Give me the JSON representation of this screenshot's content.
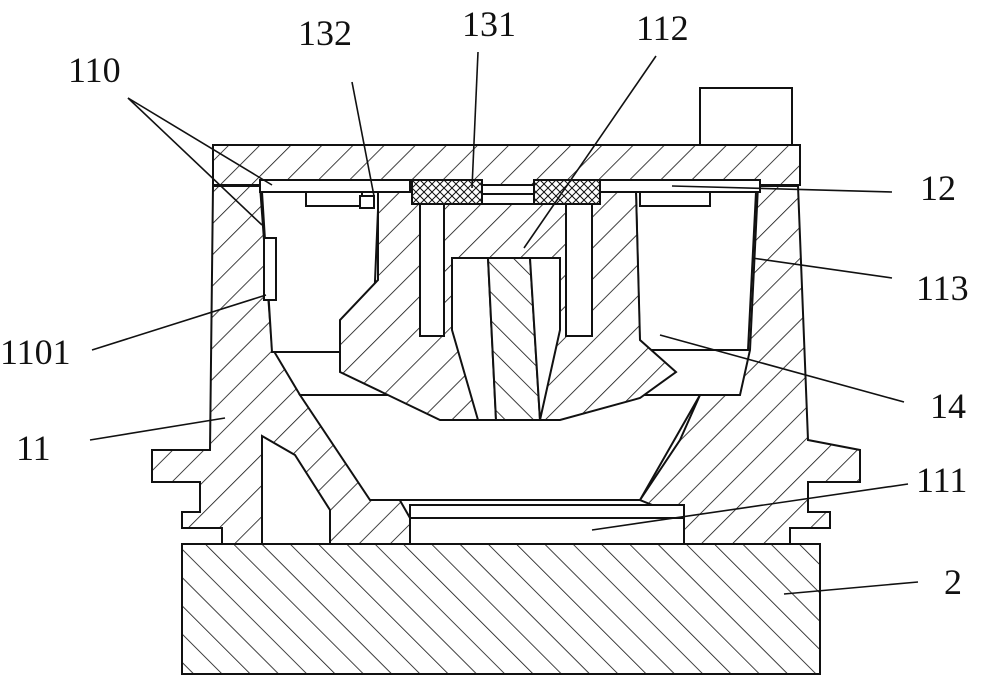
{
  "labels": {
    "l110": "110",
    "l132": "132",
    "l131": "131",
    "l112": "112",
    "l12": "12",
    "l113": "113",
    "l1101": "1101",
    "l14": "14",
    "l11": "11",
    "l111": "111",
    "l2": "2"
  }
}
